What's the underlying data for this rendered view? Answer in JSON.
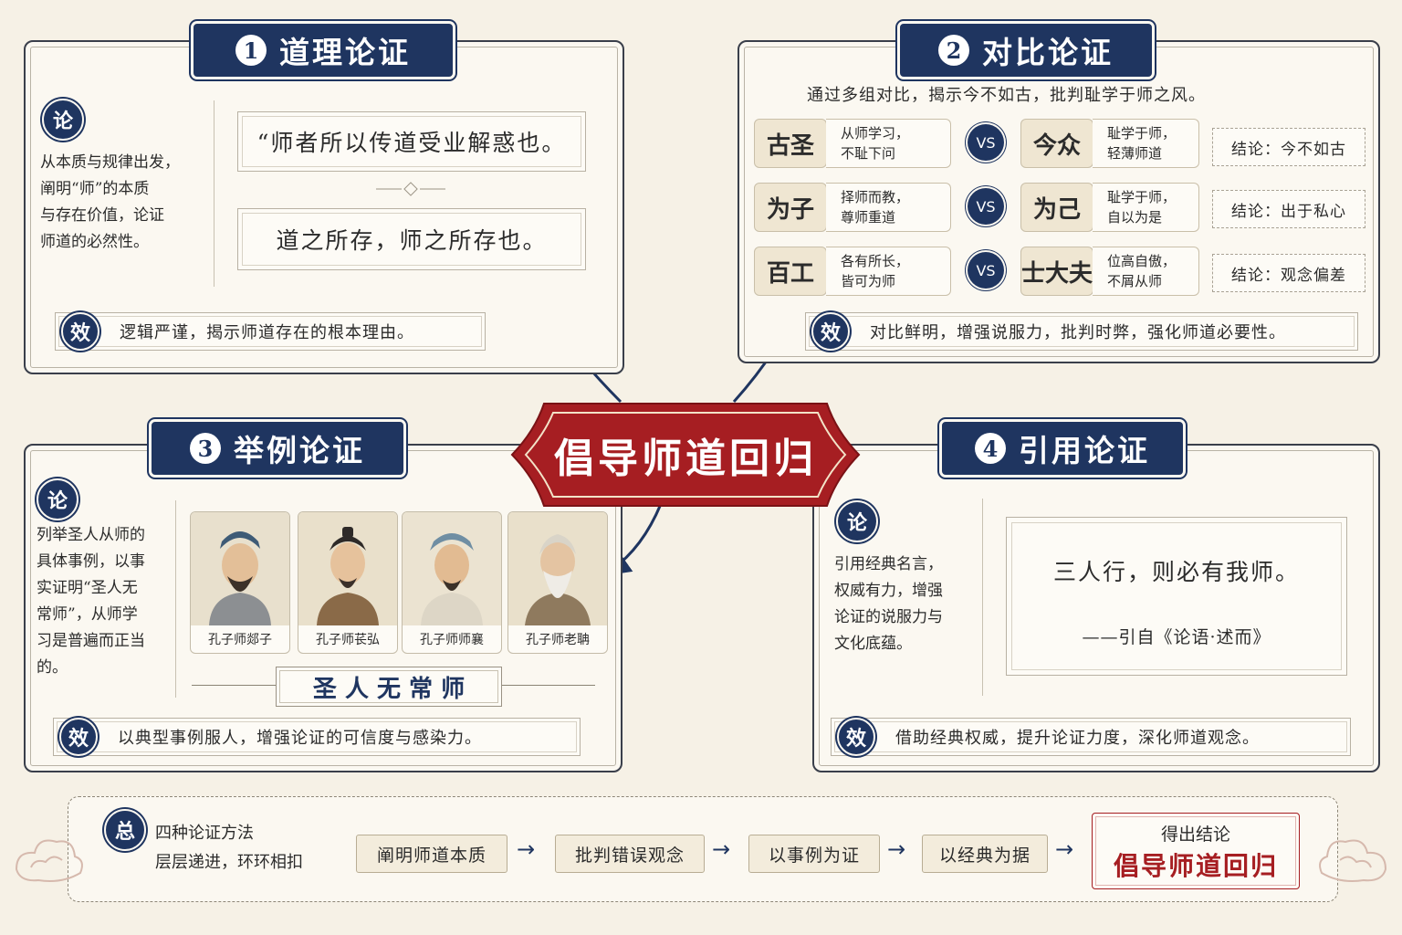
{
  "center_title": "倡导师道回归",
  "colors": {
    "navy": "#1f3560",
    "red": "#a61e22",
    "paper": "#fbf8f1"
  },
  "icons": {
    "lun": "论",
    "xiao": "效",
    "zong": "总",
    "vs": "VS"
  },
  "p1": {
    "num": "1",
    "title": "道理论证",
    "desc": [
      "从本质与规律出发，",
      "阐明“师”的本质",
      "与存在价值，论证",
      "师道的必然性。"
    ],
    "quote1": "“师者所以传道受业解惑也。",
    "quote2": "道之所存，师之所存也。",
    "effect": "逻辑严谨，揭示师道存在的根本理由。"
  },
  "p2": {
    "num": "2",
    "title": "对比论证",
    "intro": "通过多组对比，揭示今不如古，批判耻学于师之风。",
    "rows": [
      {
        "left": "古圣",
        "left_desc": "从师学习，\n不耻下问",
        "right": "今众",
        "right_desc": "耻学于师，\n轻薄师道",
        "conclusion": "结论：今不如古"
      },
      {
        "left": "为子",
        "left_desc": "择师而教，\n尊师重道",
        "right": "为己",
        "right_desc": "耻学于师，\n自以为是",
        "conclusion": "结论：出于私心"
      },
      {
        "left": "百工",
        "left_desc": "各有所长，\n皆可为师",
        "right": "士大夫",
        "right_desc": "位高自傲，\n不屑从师",
        "conclusion": "结论：观念偏差"
      }
    ],
    "effect": "对比鲜明，增强说服力，批判时弊，强化师道必要性。"
  },
  "p3": {
    "num": "3",
    "title": "举例论证",
    "desc": [
      "列举圣人从师的",
      "具体事例，以事",
      "实证明“圣人无",
      "常师”，从师学",
      "习是普遍而正当",
      "的。"
    ],
    "portraits": [
      "孔子师郯子",
      "孔子师苌弘",
      "孔子师师襄",
      "孔子师老聃"
    ],
    "banner": "圣 人 无 常 师",
    "effect": "以典型事例服人，增强论证的可信度与感染力。"
  },
  "p4": {
    "num": "4",
    "title": "引用论证",
    "desc": [
      "引用经典名言，",
      "权威有力，增强",
      "论证的说服力与",
      "文化底蕴。"
    ],
    "quote": "三人行，则必有我师。",
    "source": "——引自《论语·述而》",
    "effect": "借助经典权威，提升论证力度，深化师道观念。"
  },
  "summary": {
    "line1": "四种论证方法",
    "line2": "层层递进，环环相扣",
    "steps": [
      "阐明师道本质",
      "批判错误观念",
      "以事例为证",
      "以经典为据"
    ],
    "final_label": "得出结论",
    "final_value": "倡导师道回归"
  }
}
